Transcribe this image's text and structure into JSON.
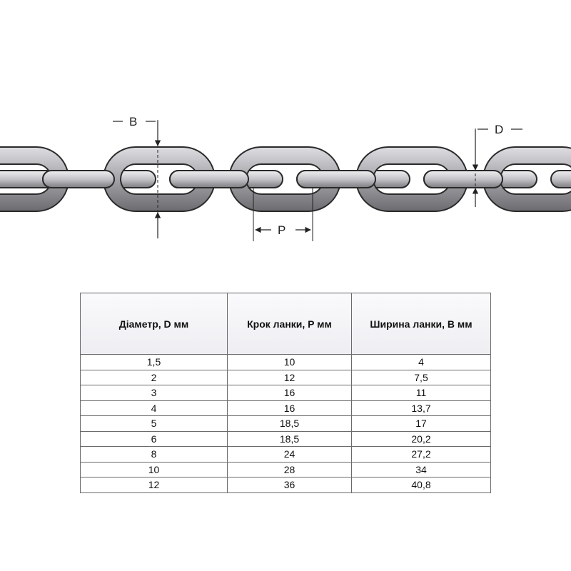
{
  "diagram": {
    "labels": {
      "width": "B",
      "diameter": "D",
      "pitch": "P"
    }
  },
  "table": {
    "headers": [
      "Діаметр, D мм",
      "Крок ланки, P мм",
      "Ширина ланки, В мм"
    ],
    "rows": [
      [
        "1,5",
        "10",
        "4"
      ],
      [
        "2",
        "12",
        "7,5"
      ],
      [
        "3",
        "16",
        "11"
      ],
      [
        "4",
        "16",
        "13,7"
      ],
      [
        "5",
        "18,5",
        "17"
      ],
      [
        "6",
        "18,5",
        "20,2"
      ],
      [
        "8",
        "24",
        "27,2"
      ],
      [
        "10",
        "28",
        "34"
      ],
      [
        "12",
        "36",
        "40,8"
      ]
    ]
  },
  "colors": {
    "link_fill": "#b8b8bc",
    "link_outline": "#2a2a2a",
    "table_border": "#6a6a6a"
  }
}
